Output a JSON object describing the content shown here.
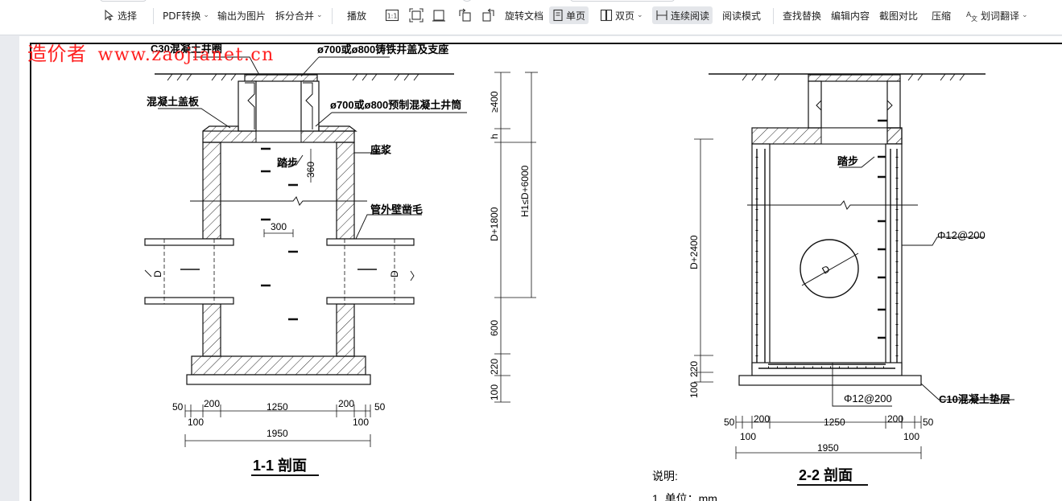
{
  "toolbar": {
    "select": "选择",
    "pdf_convert": "PDF转换",
    "export_image": "输出为图片",
    "split_merge": "拆分合并",
    "play": "播放",
    "rotate_doc": "旋转文档",
    "single_page": "单页",
    "double_page": "双页",
    "continuous_read": "连续阅读",
    "read_mode": "阅读模式",
    "find_replace": "查找替换",
    "edit_content": "编辑内容",
    "screenshot_compare": "截图对比",
    "compress": "压缩",
    "translate": "划词翻译"
  },
  "watermark": {
    "name": "造价者",
    "url": "www.zaojianet.cn"
  },
  "drawing": {
    "left": {
      "label_c30": "C30混凝土井圈",
      "label_cover": "ø700或ø800铸铁井盖及支座",
      "label_slab": "混凝土盖板",
      "label_precast": "ø700或ø800预制混凝土井筒",
      "label_step": "踏步",
      "label_mortar": "座浆",
      "label_rough": "管外壁凿毛",
      "dim_360": "360",
      "dim_300": "300",
      "pipe_d": "D",
      "dim_50": "50",
      "dim_200": "200",
      "dim_1250": "1250",
      "dim_100": "100",
      "dim_1950": "1950",
      "title": "1-1 剖面"
    },
    "vertical_dims": {
      "d400": "≥400",
      "dh": "h",
      "d_range": "H1≤D+6000",
      "d_1800": "D+1800",
      "d_600": "600",
      "d_220": "220",
      "d_100": "100"
    },
    "right": {
      "label_step": "踏步",
      "rebar_1": "Φ12@200",
      "rebar_2": "Φ12@200",
      "label_cushion": "C10混凝土垫层",
      "dim_2400": "D+2400",
      "dim_220": "220",
      "dim_100": "100",
      "pipe_d": "D",
      "dim_50": "50",
      "dim_200": "200",
      "dim_1250": "1250",
      "dim_100b": "100",
      "dim_1950": "1950",
      "title": "2-2 剖面"
    },
    "notes": {
      "heading": "说明:",
      "line1": "1. 单位：mm"
    }
  }
}
